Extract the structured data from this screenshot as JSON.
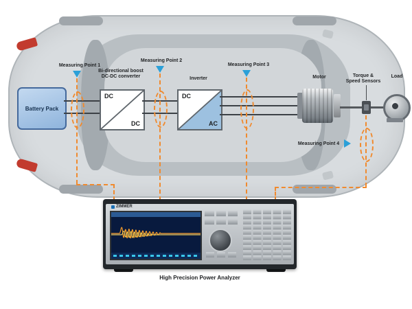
{
  "diagram": {
    "measuring_points": [
      {
        "label": "Measuring Point 1"
      },
      {
        "label": "Measuring Point 2"
      },
      {
        "label": "Measuring Point 3"
      },
      {
        "label": "Measuring Point 4"
      }
    ],
    "battery": {
      "label": "Battery Pack"
    },
    "converter": {
      "title_line1": "Bi-directional boost",
      "title_line2": "DC-DC converter",
      "input": "DC",
      "output": "DC"
    },
    "inverter": {
      "title": "Inverter",
      "input": "DC",
      "output": "AC"
    },
    "motor": {
      "label": "Motor"
    },
    "sensors": {
      "label_line1": "Torque &",
      "label_line2": "Speed Sensors"
    },
    "load": {
      "label": "Load"
    },
    "analyzer": {
      "brand": "ZIMMER",
      "caption": "High Precision Power Analyzer"
    }
  },
  "colors": {
    "accent_orange": "#f08a2e",
    "accent_blue": "#2ba0d8",
    "battery_fill": "#8fb4dc",
    "inverter_ac_fill": "#9dc1e0",
    "car_body": "#d8dcdf",
    "screen_bg": "#081a3e",
    "trace_orange": "#f49b2a",
    "trace_yellow": "#ffd54f"
  }
}
